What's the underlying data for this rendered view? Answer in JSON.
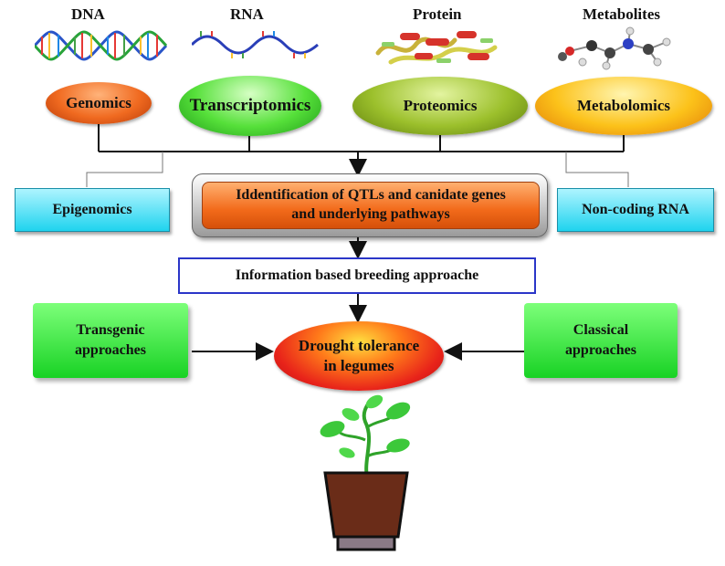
{
  "molecules": {
    "dna": "DNA",
    "rna": "RNA",
    "protein": "Protein",
    "metabolites": "Metabolites"
  },
  "omics": {
    "genomics": "Genomics",
    "transcriptomics": "Transcriptomics",
    "proteomics": "Proteomics",
    "metabolomics": "Metabolomics"
  },
  "side_boxes": {
    "epigenomics": "Epigenomics",
    "noncoding_rna": "Non-coding RNA"
  },
  "center_box": {
    "line1": "Iddentification of QTLs and canidate genes",
    "line2": "and underlying pathways"
  },
  "breeding_box": "Information based breeding approache",
  "approaches": {
    "transgenic_line1": "Transgenic",
    "transgenic_line2": "approaches",
    "classical_line1": "Classical",
    "classical_line2": "approaches"
  },
  "outcome": {
    "line1": "Drought tolerance",
    "line2": "in legumes"
  },
  "colors": {
    "genomics": "#e8561a",
    "transcriptomics": "#3fd82a",
    "proteomics": "#8ab21e",
    "metabolomics": "#f7b010",
    "center_box": "#f27a2a",
    "outcome": "#e8231a",
    "cyan_box": "#1fd3ee",
    "green_box": "#18d224",
    "breeding_border": "#2b36c8"
  }
}
